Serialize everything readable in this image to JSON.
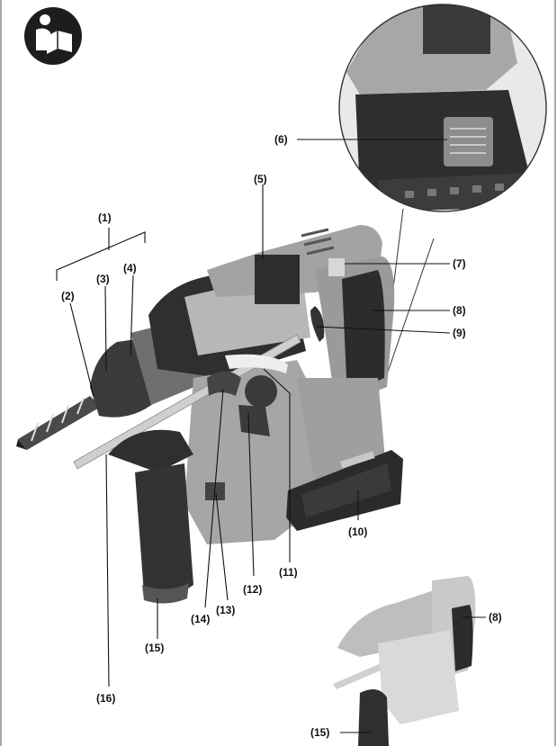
{
  "manual_icon": "read-manual-icon",
  "labels": {
    "l1": "(1)",
    "l2": "(2)",
    "l3": "(3)",
    "l4": "(4)",
    "l5": "(5)",
    "l6": "(6)",
    "l7": "(7)",
    "l8": "(8)",
    "l9": "(9)",
    "l10": "(10)",
    "l11": "(11)",
    "l12": "(12)",
    "l13": "(13)",
    "l14": "(14)",
    "l15": "(15)",
    "l16": "(16)",
    "l8b": "(8)",
    "l15b": "(15)"
  },
  "colors": {
    "body_gray": "#9c9c9c",
    "dark": "#2c2c2c",
    "mid": "#6d6d6d",
    "light": "#bdbdbd"
  }
}
